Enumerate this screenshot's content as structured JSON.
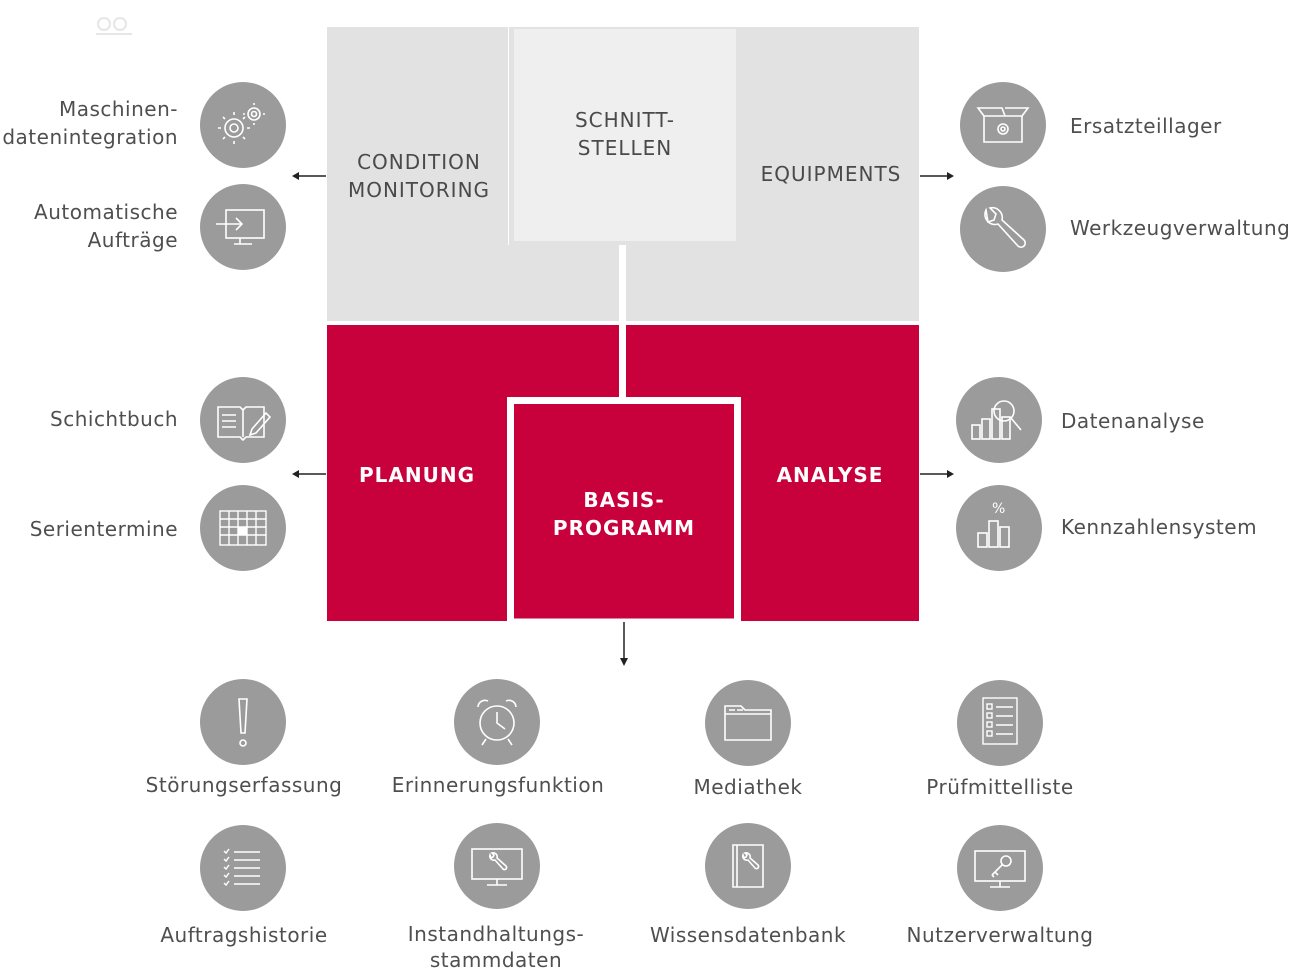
{
  "blocks": {
    "condition_monitoring": "CONDITION\nMONITORING",
    "schnittstellen": "SCHNITT-\nSTELLEN",
    "equipments": "EQUIPMENTS",
    "planung": "PLANUNG",
    "basisprogramm": "BASIS-\nPROGRAMM",
    "analyse": "ANALYSE"
  },
  "left_top": [
    {
      "label": "Maschinen-\ndatenintegration",
      "icon": "gears-icon"
    },
    {
      "label": "Automatische\nAufträge",
      "icon": "monitor-arrow-icon"
    }
  ],
  "left_bottom": [
    {
      "label": "Schichtbuch",
      "icon": "book-pen-icon"
    },
    {
      "label": "Serientermine",
      "icon": "calendar-grid-icon"
    }
  ],
  "right_top": [
    {
      "label": "Ersatzteillager",
      "icon": "box-gear-icon"
    },
    {
      "label": "Werkzeugverwaltung",
      "icon": "wrench-icon"
    }
  ],
  "right_bottom": [
    {
      "label": "Datenanalyse",
      "icon": "chart-magnifier-icon"
    },
    {
      "label": "Kennzahlensystem",
      "icon": "percent-chart-icon"
    }
  ],
  "bottom_row1": [
    {
      "label": "Störungserfassung",
      "icon": "exclamation-icon"
    },
    {
      "label": "Erinnerungsfunktion",
      "icon": "alarm-clock-icon"
    },
    {
      "label": "Mediathek",
      "icon": "folder-icon"
    },
    {
      "label": "Prüfmittelliste",
      "icon": "checklist-icon"
    }
  ],
  "bottom_row2": [
    {
      "label": "Auftragshistorie",
      "icon": "list-checks-icon"
    },
    {
      "label": "Instandhaltungs-\nstammdaten",
      "icon": "monitor-wrench-icon"
    },
    {
      "label": "Wissensdatenbank",
      "icon": "book-wrench-icon"
    },
    {
      "label": "Nutzerverwaltung",
      "icon": "monitor-key-icon"
    }
  ],
  "colors": {
    "grey_block": "#e2e2e2",
    "light_block": "#efefef",
    "red_block": "#c8003c",
    "icon_bg": "#9b9b9b"
  }
}
